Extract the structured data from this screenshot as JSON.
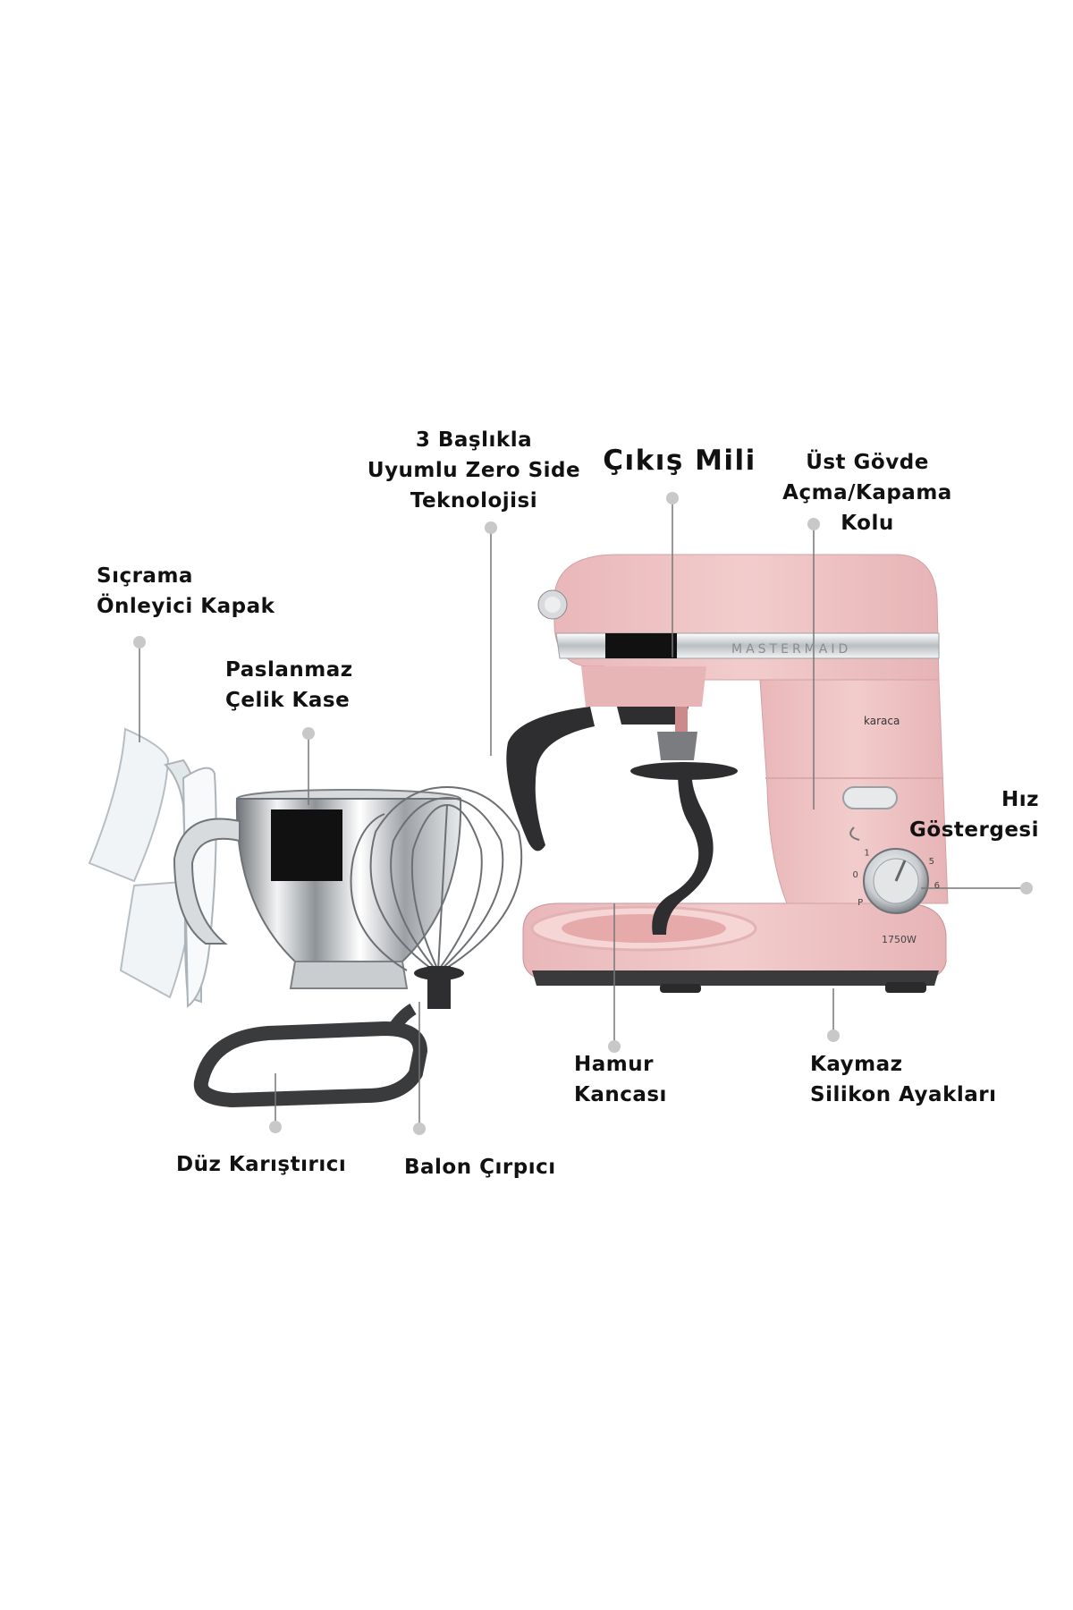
{
  "product": {
    "brand_model": "MASTERMAID",
    "logo_text": "karaca",
    "power": "1750W",
    "dial_marks": [
      "P",
      "0",
      "1",
      "5",
      "6"
    ]
  },
  "callouts": {
    "zero_side": "3 Başlıkla\nUyumlu Zero Side\nTeknolojisi",
    "output_shaft": "Çıkış Mili",
    "head_lever": "Üst Gövde\nAçma/Kapama\nKolu",
    "splash_guard": "Sıçrama\nÖnleyici Kapak",
    "steel_bowl": "Paslanmaz\nÇelik Kase",
    "speed_indicator": "Hız\nGöstergesi",
    "dough_hook": "Hamur\nKancası",
    "silicone_feet": "Kaymaz\nSilikon Ayakları",
    "flat_beater": "Düz Karıştırıcı",
    "balloon_whisk": "Balon Çırpıcı"
  },
  "colors": {
    "body_pink": "#efc3c3",
    "body_shadow": "#d99fa2",
    "chrome": "#cfd3d6",
    "dark_parts": "#2e2e30",
    "leader_line": "#777777",
    "dot": "#c8c8c8"
  }
}
